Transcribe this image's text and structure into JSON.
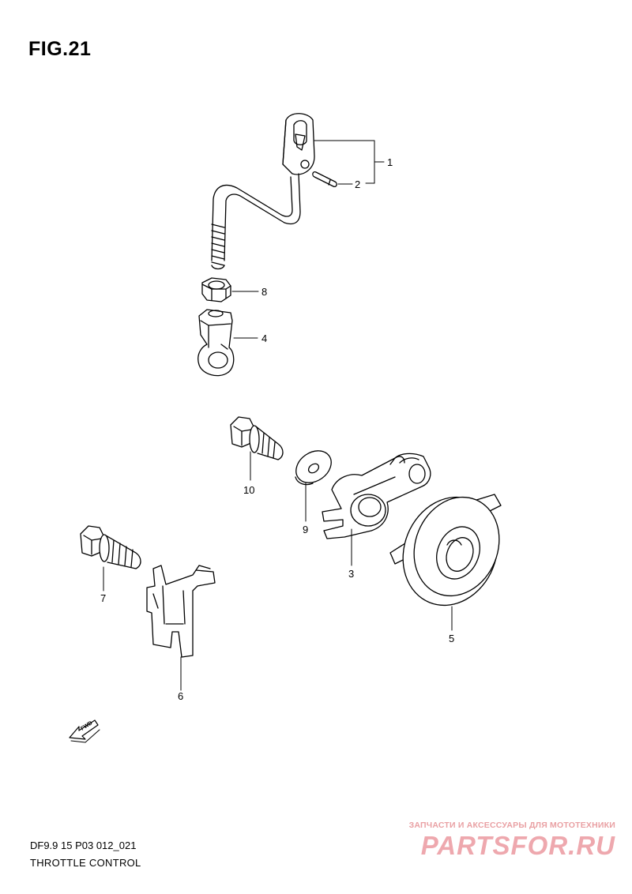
{
  "figure": {
    "title": "FIG.21",
    "model_code": "DF9.9 15 P03 012_021",
    "section_title": "THROTTLE CONTROL"
  },
  "fwd_arrow": {
    "label": "FWD"
  },
  "callouts": {
    "p1": "1",
    "p2": "2",
    "p3": "3",
    "p4": "4",
    "p5": "5",
    "p6": "6",
    "p7": "7",
    "p8": "8",
    "p9": "9",
    "p10": "10"
  },
  "watermark": {
    "tagline": "ЗАПЧАСТИ И АКСЕССУАРЫ ДЛЯ МОТОТЕХНИКИ",
    "logo_text": "PARTSFOR.RU"
  }
}
